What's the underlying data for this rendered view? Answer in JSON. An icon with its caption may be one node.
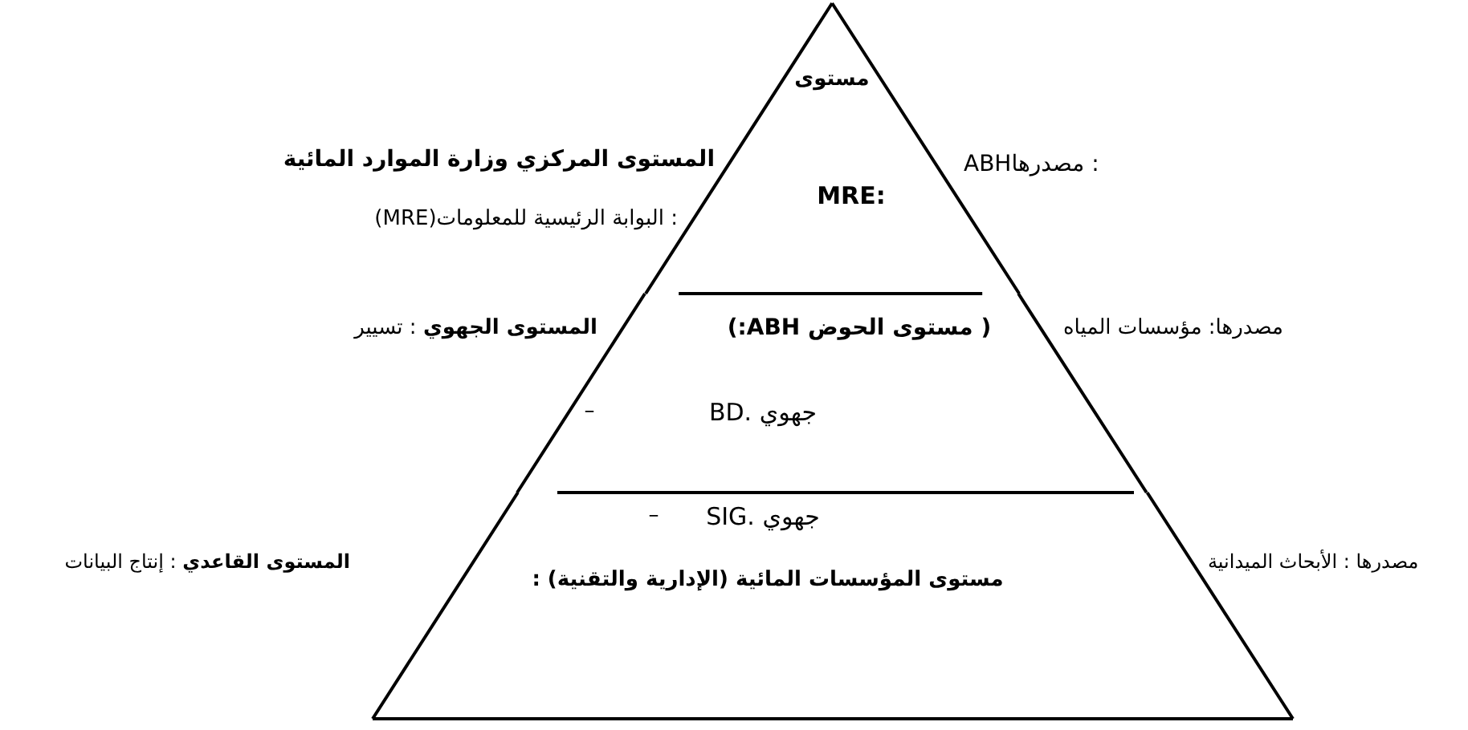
{
  "diagram": {
    "nodes": [
      {
        "text": [
          "مستوى",
          "MRE:"
        ]
      },
      {
        "text": [
          "( مستوى الحوض ABH:)",
          "BD. جهوي",
          "–"
        ]
      },
      {
        "text": [
          "SIG. جهوي",
          "–",
          "مستوى المؤسسات المائية (الإدارية والتقنية) :"
        ]
      }
    ],
    "labels": [
      "المستوى المركزي وزارة الموارد المائية",
      "ABHمصدرها :",
      ": البوابة الرئيسية للمعلومات(MRE)",
      "**المستوى الجهوي** : تسيير",
      "مصدرها:  مؤسسات المياه",
      "**المستوى القاعدي** : إنتاج البيانات",
      "مصدرها : الأبحاث الميدانية"
    ]
  }
}
